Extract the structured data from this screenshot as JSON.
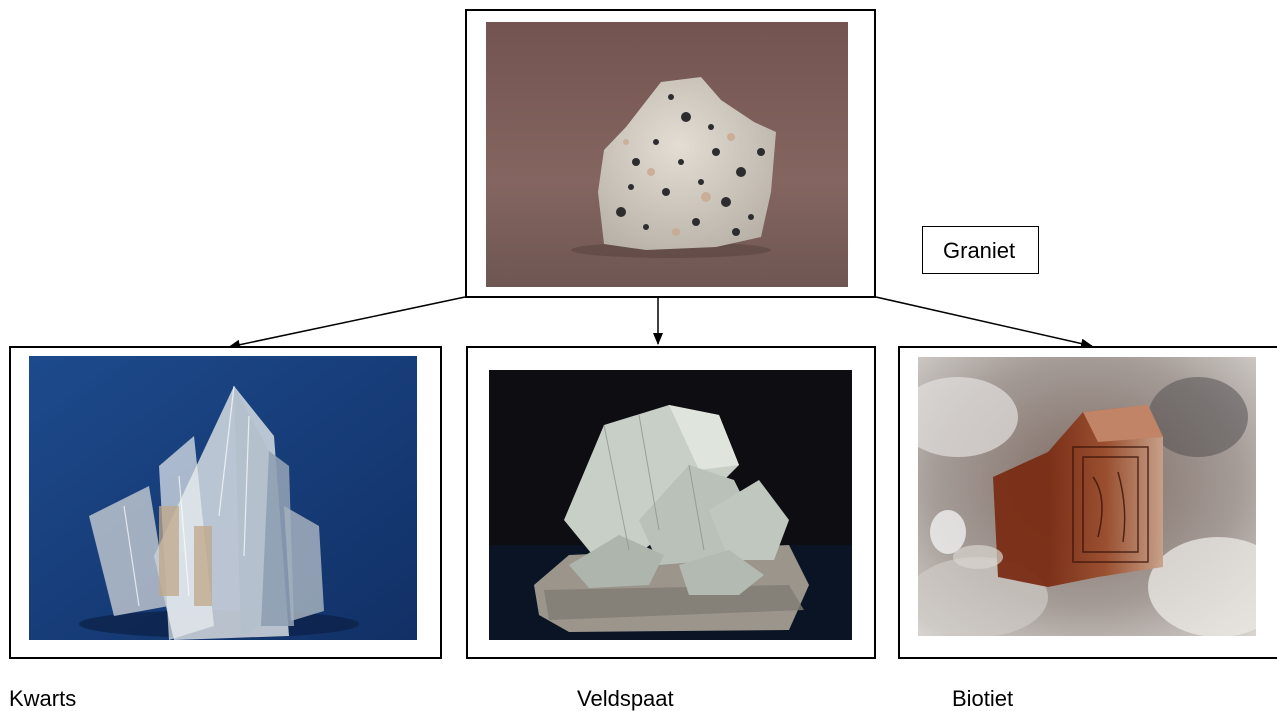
{
  "root": {
    "label": "Graniet",
    "photo_icon": "granite-rock-photo"
  },
  "minerals": [
    {
      "label": "Kwarts",
      "photo_icon": "quartz-crystal-photo"
    },
    {
      "label": "Veldspaat",
      "photo_icon": "feldspar-crystal-photo"
    },
    {
      "label": "Biotiet",
      "photo_icon": "biotite-crystal-photo"
    }
  ],
  "colors": {
    "line": "#000000",
    "granite_background": "#7e5f5b",
    "quartz_background": "#1d4a8c",
    "feldspar_background": "#0d0d12"
  }
}
